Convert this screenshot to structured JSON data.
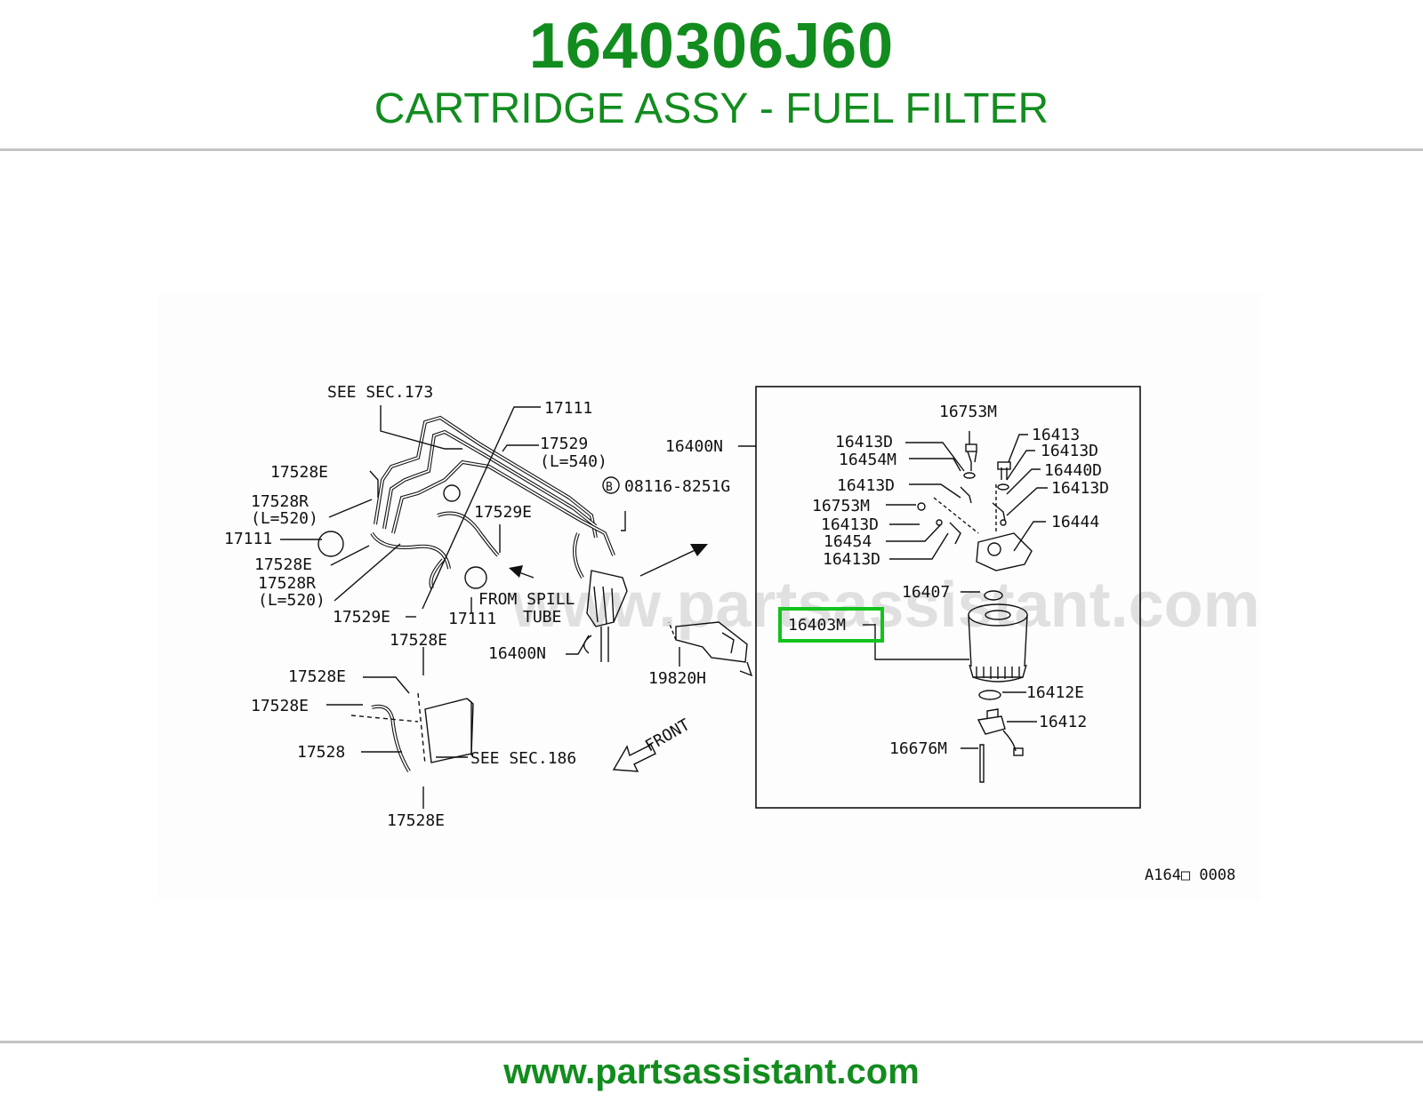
{
  "header": {
    "part_number": "1640306J60",
    "part_name": "CARTRIDGE ASSY - FUEL FILTER"
  },
  "footer": {
    "url": "www.partsassistant.com"
  },
  "diagram": {
    "watermark": "www.partsassistant.com",
    "diagram_code": "A164□ 0008",
    "highlight_color": "#12c21e",
    "brand_color": "#128c1e",
    "labels": {
      "see_sec_173": "SEE SEC.173",
      "p17111_a": "17111",
      "p17529_a": "17529",
      "p17529_len": "(L=540)",
      "p17528e_a": "17528E",
      "p17528r_a": "17528R",
      "p17528r_a_len": "(L=520)",
      "p17111_b": "17111",
      "p17528e_b": "17528E",
      "p17528r_b": "17528R",
      "p17528r_b_len": "(L=520)",
      "p17529e_a": "17529E",
      "p17529e_b": "17529E",
      "p17111_c": "17111",
      "from_spill": "FROM SPILL",
      "tube": "TUBE",
      "p16400n_a": "16400N",
      "bolt_ref": "B",
      "bolt_num": "08116-8251G",
      "p19820h": "19820H",
      "p17528e_c": "17528E",
      "p17528e_d": "17528E",
      "p17528e_e": "17528E",
      "p17528": "17528",
      "see_sec_186": "SEE SEC.186",
      "p17528e_f": "17528E",
      "front": "FRONT",
      "p16400n_b": "16400N",
      "p16753m_a": "16753M",
      "p16413d_a": "16413D",
      "p16413": "16413",
      "p16413d_b": "16413D",
      "p16454m": "16454M",
      "p16440d": "16440D",
      "p16413d_c": "16413D",
      "p16413d_d": "16413D",
      "p16753m_b": "16753M",
      "p16444": "16444",
      "p16413d_e": "16413D",
      "p16454": "16454",
      "p16413d_f": "16413D",
      "p16407": "16407",
      "p16403m": "16403M",
      "p16412e": "16412E",
      "p16412": "16412",
      "p16676m": "16676M"
    }
  }
}
